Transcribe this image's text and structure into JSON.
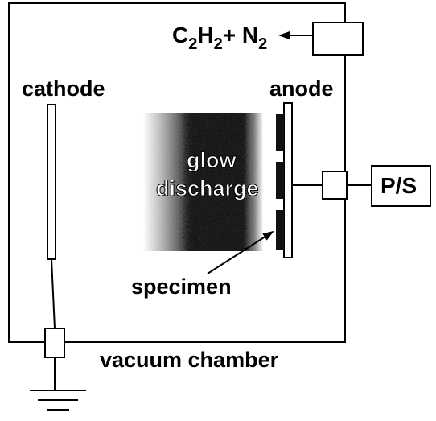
{
  "gas": {
    "c": "C",
    "sub1": "2",
    "h": "H",
    "sub2": "2",
    "plus": "+ N",
    "sub3": "2"
  },
  "labels": {
    "cathode": "cathode",
    "anode": "anode",
    "glow_line1": "glow",
    "glow_line2": "discharge",
    "specimen": "specimen",
    "vacuum_chamber": "vacuum chamber",
    "power_supply": "P/S"
  },
  "colors": {
    "ink": "#000000",
    "paper": "#ffffff",
    "specimen": "#111111"
  }
}
